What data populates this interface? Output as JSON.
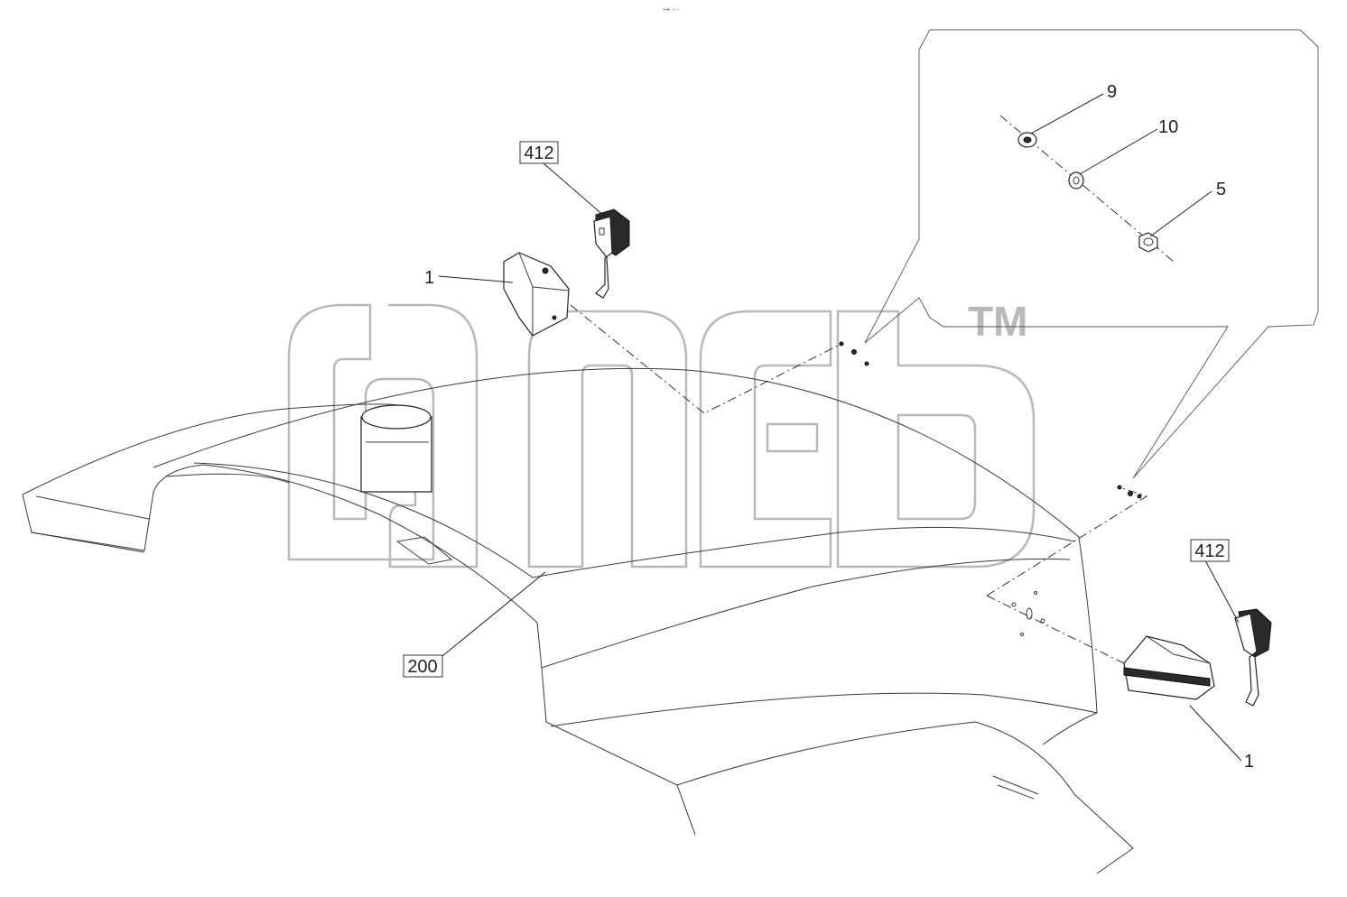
{
  "header_mark": "⊶ ◦◦◦",
  "watermark": {
    "trademark": "TM"
  },
  "callouts": {
    "fender_ref": "200",
    "lamp_left_ref": "412",
    "lamp_right_ref": "412",
    "bracket_left": "1",
    "bracket_right": "1",
    "washer": "9",
    "lock_washer": "10",
    "nut": "5"
  }
}
